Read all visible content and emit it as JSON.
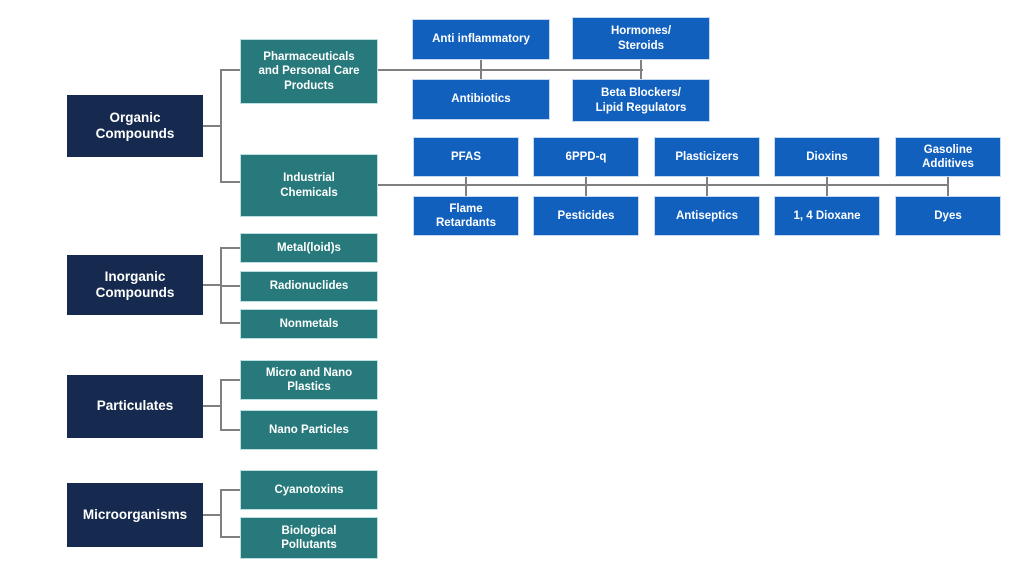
{
  "diagram": {
    "type": "tree-org-chart",
    "colors": {
      "level1_fill": "#152a4e",
      "level2_fill": "#27797b",
      "level3_fill": "#1160be",
      "text": "#ffffff",
      "connector": "#808080",
      "background": "#ffffff"
    },
    "hierarchy": [
      {
        "label": "Organic Compounds",
        "children": [
          {
            "label": "Pharmaceuticals and Personal Care Products",
            "children": [
              "Anti inflammatory",
              "Hormones/ Steroids",
              "Antibiotics",
              "Beta Blockers/ Lipid Regulators"
            ]
          },
          {
            "label": "Industrial Chemicals",
            "children": [
              "PFAS",
              "6PPD-q",
              "Plasticizers",
              "Dioxins",
              "Gasoline Additives",
              "Flame Retardants",
              "Pesticides",
              "Antiseptics",
              "1, 4 Dioxane",
              "Dyes"
            ]
          }
        ]
      },
      {
        "label": "Inorganic Compounds",
        "children": [
          {
            "label": "Metal(loid)s"
          },
          {
            "label": "Radionuclides"
          },
          {
            "label": "Nonmetals"
          }
        ]
      },
      {
        "label": "Particulates",
        "children": [
          {
            "label": "Micro and Nano Plastics"
          },
          {
            "label": "Nano Particles"
          }
        ]
      },
      {
        "label": "Microorganisms",
        "children": [
          {
            "label": "Cyanotoxins"
          },
          {
            "label": "Biological Pollutants"
          }
        ]
      }
    ]
  },
  "nodes": {
    "organic": "Organic\nCompounds",
    "inorganic": "Inorganic\nCompounds",
    "particulates": "Particulates",
    "microorganisms": "Microorganisms",
    "pharma": "Pharmaceuticals\nand Personal Care\nProducts",
    "industrial": "Industrial\nChemicals",
    "metalloids": "Metal(loid)s",
    "radionuclides": "Radionuclides",
    "nonmetals": "Nonmetals",
    "microplastics": "Micro and Nano\nPlastics",
    "nanoparticles": "Nano Particles",
    "cyanotoxins": "Cyanotoxins",
    "biopollutants": "Biological\nPollutants",
    "antiinflammatory": "Anti inflammatory",
    "hormones": "Hormones/\nSteroids",
    "antibiotics": "Antibiotics",
    "betablockers": "Beta Blockers/\nLipid Regulators",
    "pfas": "PFAS",
    "sixppdq": "6PPD-q",
    "plasticizers": "Plasticizers",
    "dioxins": "Dioxins",
    "gasoline": "Gasoline\nAdditives",
    "flame": "Flame\nRetardants",
    "pesticides": "Pesticides",
    "antiseptics": "Antiseptics",
    "dioxane": "1, 4 Dioxane",
    "dyes": "Dyes"
  }
}
